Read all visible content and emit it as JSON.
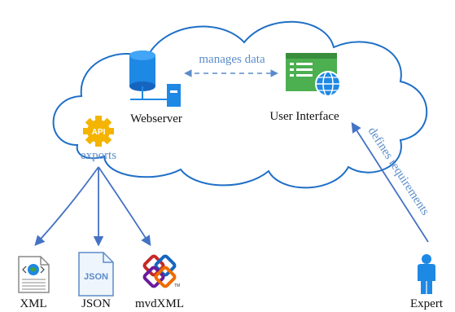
{
  "webserver": {
    "label": "Webserver"
  },
  "ui": {
    "label": "User Interface"
  },
  "edge_manages": {
    "label": "manages data"
  },
  "api": {
    "badge": "API",
    "label": "exports"
  },
  "formats": [
    {
      "label": "XML",
      "icon": "xml-document-icon"
    },
    {
      "label": "JSON",
      "icon": "json-document-icon",
      "icon_text": "JSON"
    },
    {
      "label": "mvdXML",
      "icon": "mvdxml-logo-icon",
      "icon_text": "TM"
    }
  ],
  "expert": {
    "label": "Expert",
    "edge_label": "defines requirements"
  },
  "colors": {
    "cloud_stroke": "#1f6fc7",
    "arrow_blue": "#4472c4",
    "text_blue": "#5b8cc9",
    "db_blue": "#1e88e5",
    "ui_green": "#4caf50",
    "api_gold": "#f4b400"
  }
}
